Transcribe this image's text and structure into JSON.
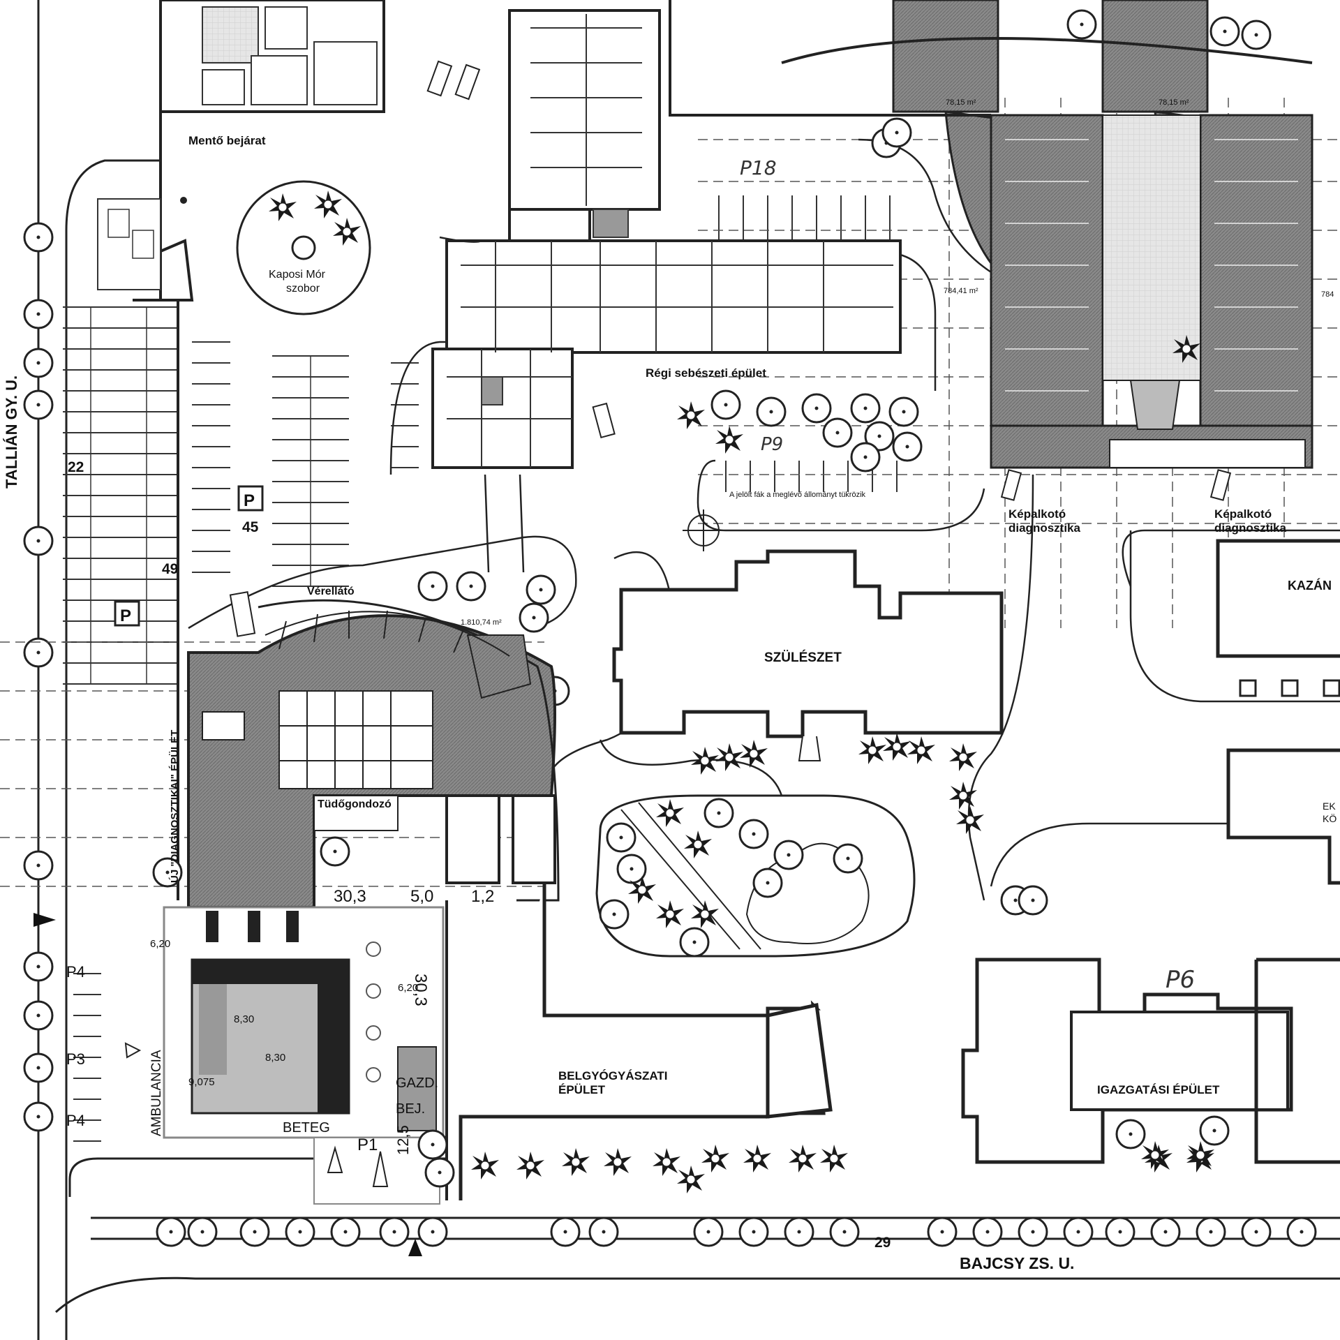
{
  "labels": {
    "mento_bejarat": "Mentő bejárat",
    "kaposi_mor": "Kaposi Mór",
    "szobor": "szobor",
    "tallian_street": "TALLIÁN GY. U.",
    "regi_sebeszeti": "Régi sebészeti épület",
    "p18": "P18",
    "p9": "P9",
    "p9_note": "A jelölt fák a meglévő állományt tükrözik",
    "kepalkoto_1a": "Képalkotó",
    "kepalkoto_1b": "diagnosztika",
    "kepalkoto_2a": "Képalkotó",
    "kepalkoto_2b": "diagnosztika",
    "kazan": "KAZÁN",
    "szuleszet": "SZÜLÉSZET",
    "verellato": "Vérellátó",
    "area_1": "1.810,74 m²",
    "area_2": "78,15 m²",
    "area_3": "78,15 m²",
    "area_4": "784,41 m²",
    "area_5": "784",
    "new_building": "ÚJ \"DIAGNOSZTIKAI\" ÉPÜLET",
    "tudogondozo": "Tüdőgondozó",
    "dim_30_3_a": "30,3",
    "dim_5_0": "5,0",
    "dim_1_2": "1,2",
    "dim_30_3_b": "30,3",
    "dim_6_20_a": "6,20",
    "dim_6_20_b": "6,20",
    "dim_8_30_a": "8,30",
    "dim_8_30_b": "8,30",
    "dim_9_075": "9,075",
    "dim_12_5": "12,5",
    "ambulancia": "AMBULANCIA",
    "beteg": "BETEG",
    "p1": "P1",
    "gazd": "GAZD.",
    "bej": "BEJ.",
    "belgyogyaszati_1": "BELGYÓGYÁSZATI",
    "belgyogyaszati_2": "ÉPÜLET",
    "igazgatasi": "IGAZGATÁSI ÉPÜLET",
    "p6": "P6",
    "bajcsy_street": "BAJCSY ZS. U.",
    "p4_a": "P4",
    "p3": "P3",
    "p4_b": "P4",
    "num_22": "22",
    "num_45": "45",
    "num_49": "49",
    "num_29": "29",
    "parking_sign_1": "P",
    "parking_sign_2": "P",
    "edge_1": "EK",
    "edge_2": "KÖ"
  }
}
